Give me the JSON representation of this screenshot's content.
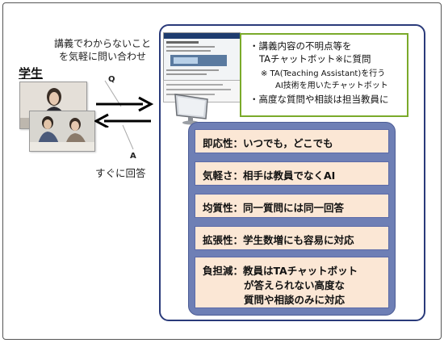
{
  "student": {
    "label": "学生",
    "query_line1": "講義でわからないこと",
    "query_line2": "を気軽に問い合わせ",
    "q_label": "Q",
    "a_label": "A",
    "reply": "すぐに回答"
  },
  "callout": {
    "line1": "・講義内容の不明点等を",
    "line2": "TAチャットボット※に質問",
    "note1": "※ TA(Teaching Assistant)を行う",
    "note2": "AI技術を用いたチャットボット",
    "line3": "・高度な質問や相談は担当教員に"
  },
  "features": [
    {
      "text": "即応性：いつでも，どこでも"
    },
    {
      "text": "気軽さ：相手は教員でなくAI"
    },
    {
      "text": "均質性：同一質問には同一回答"
    },
    {
      "text": "拡張性：学生数増にも容易に対応"
    },
    {
      "line1": "負担減：教員はTAチャットボット",
      "line2": "が答えられない高度な",
      "line3": "質問や相談のみに対応"
    }
  ],
  "colors": {
    "panel_border": "#2a3a7a",
    "callout_border": "#7aaa2a",
    "feature_bg": "#fbe7d5",
    "feature_outer": "#6e7fb5"
  }
}
